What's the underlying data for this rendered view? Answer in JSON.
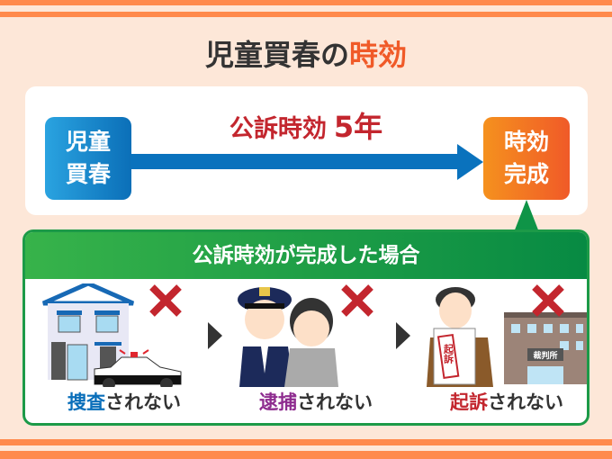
{
  "title": {
    "main": "児童買春の",
    "highlight": "時効"
  },
  "timeline": {
    "start_label_line1": "児童",
    "start_label_line2": "買春",
    "period_label": "公訴時効",
    "period_value": "5年",
    "end_label_line1": "時効",
    "end_label_line2": "完成"
  },
  "panel": {
    "heading": "公訴時効が完成した場合",
    "items": [
      {
        "keyword": "捜査",
        "suffix": "されない",
        "color": "#0a6fba"
      },
      {
        "keyword": "逮捕",
        "suffix": "されない",
        "color": "#8e2c8f"
      },
      {
        "keyword": "起訴",
        "suffix": "されない",
        "color": "#c3262e"
      }
    ],
    "court_sign": "裁判所",
    "document_stamp": "起訴"
  }
}
